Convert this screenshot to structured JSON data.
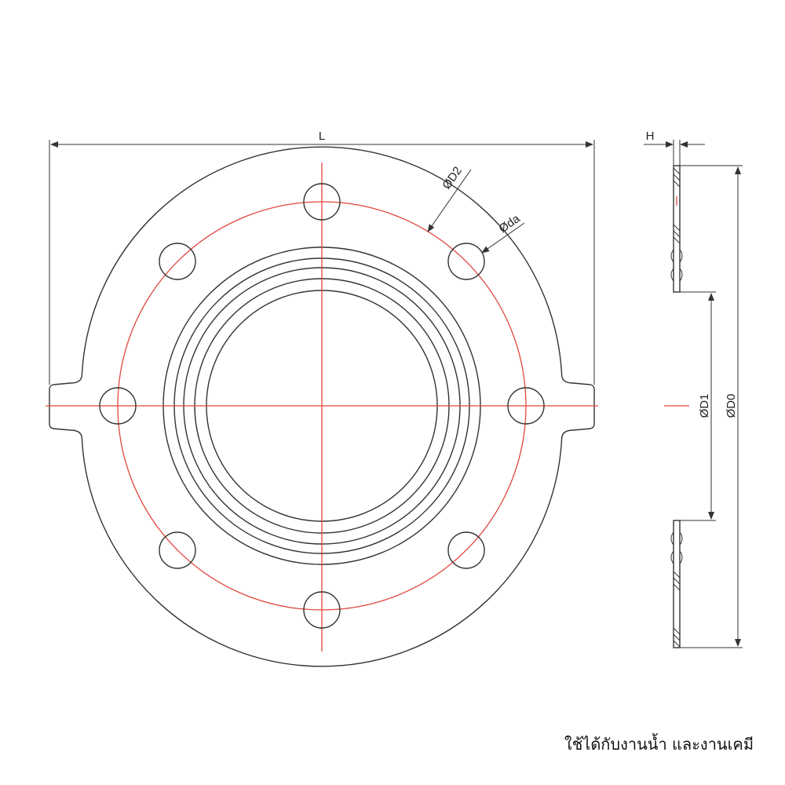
{
  "labels": {
    "length": "L",
    "pitch_diameter": "ØD2",
    "hole_diameter": "Øda",
    "thickness": "H",
    "inner_diameter": "ØD1",
    "outer_diameter": "ØD0"
  },
  "caption": "ใช้ได้กับงานน้ำ และงานเคมี",
  "colors": {
    "outline": "#333333",
    "centerline": "#e0473e"
  }
}
